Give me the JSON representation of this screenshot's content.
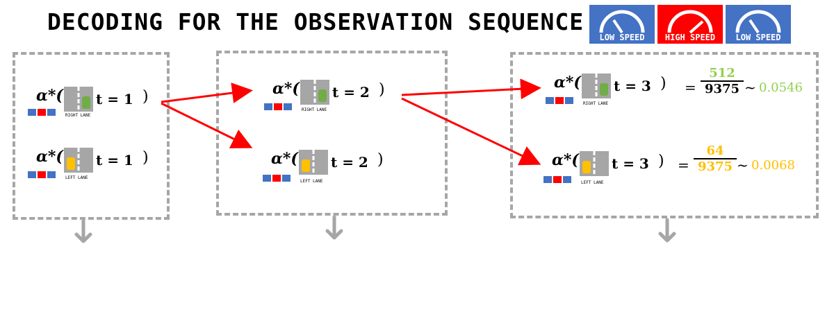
{
  "title": "DECODING FOR THE OBSERVATION SEQUENCE",
  "observations": [
    {
      "label": "LOW SPEED",
      "color": "#4472c4"
    },
    {
      "label": "HIGH SPEED",
      "color": "#ff0000"
    },
    {
      "label": "LOW SPEED",
      "color": "#4472c4"
    }
  ],
  "symbol": "α*(",
  "close": ")",
  "nodes": {
    "t1_right": {
      "t": "t = 1",
      "lane": "RIGHT LANE"
    },
    "t1_left": {
      "t": "t = 1",
      "lane": "LEFT LANE"
    },
    "t2_right": {
      "t": "t = 2",
      "lane": "RIGHT LANE"
    },
    "t2_left": {
      "t": "t = 2",
      "lane": "LEFT LANE"
    },
    "t3_right": {
      "t": "t = 3",
      "lane": "RIGHT LANE"
    },
    "t3_left": {
      "t": "t = 3",
      "lane": "LEFT LANE"
    }
  },
  "results": {
    "right": {
      "eq": "=",
      "num": "512",
      "den": "9375",
      "approx": "~",
      "value": "0.0546",
      "color": "#92d050"
    },
    "left": {
      "eq": "=",
      "num": "64",
      "den": "9375",
      "approx": "~",
      "value": "0.0068",
      "color": "#ffc000"
    }
  },
  "colors": {
    "arrow": "#ff0000",
    "box_border": "#a6a6a6",
    "right_lane_car": "#70ad47",
    "left_lane_car": "#ffc000",
    "road": "#a6a6a6"
  },
  "icons": [
    "speedometer-icon",
    "car-icon",
    "road-icon",
    "down-arrow-icon"
  ]
}
